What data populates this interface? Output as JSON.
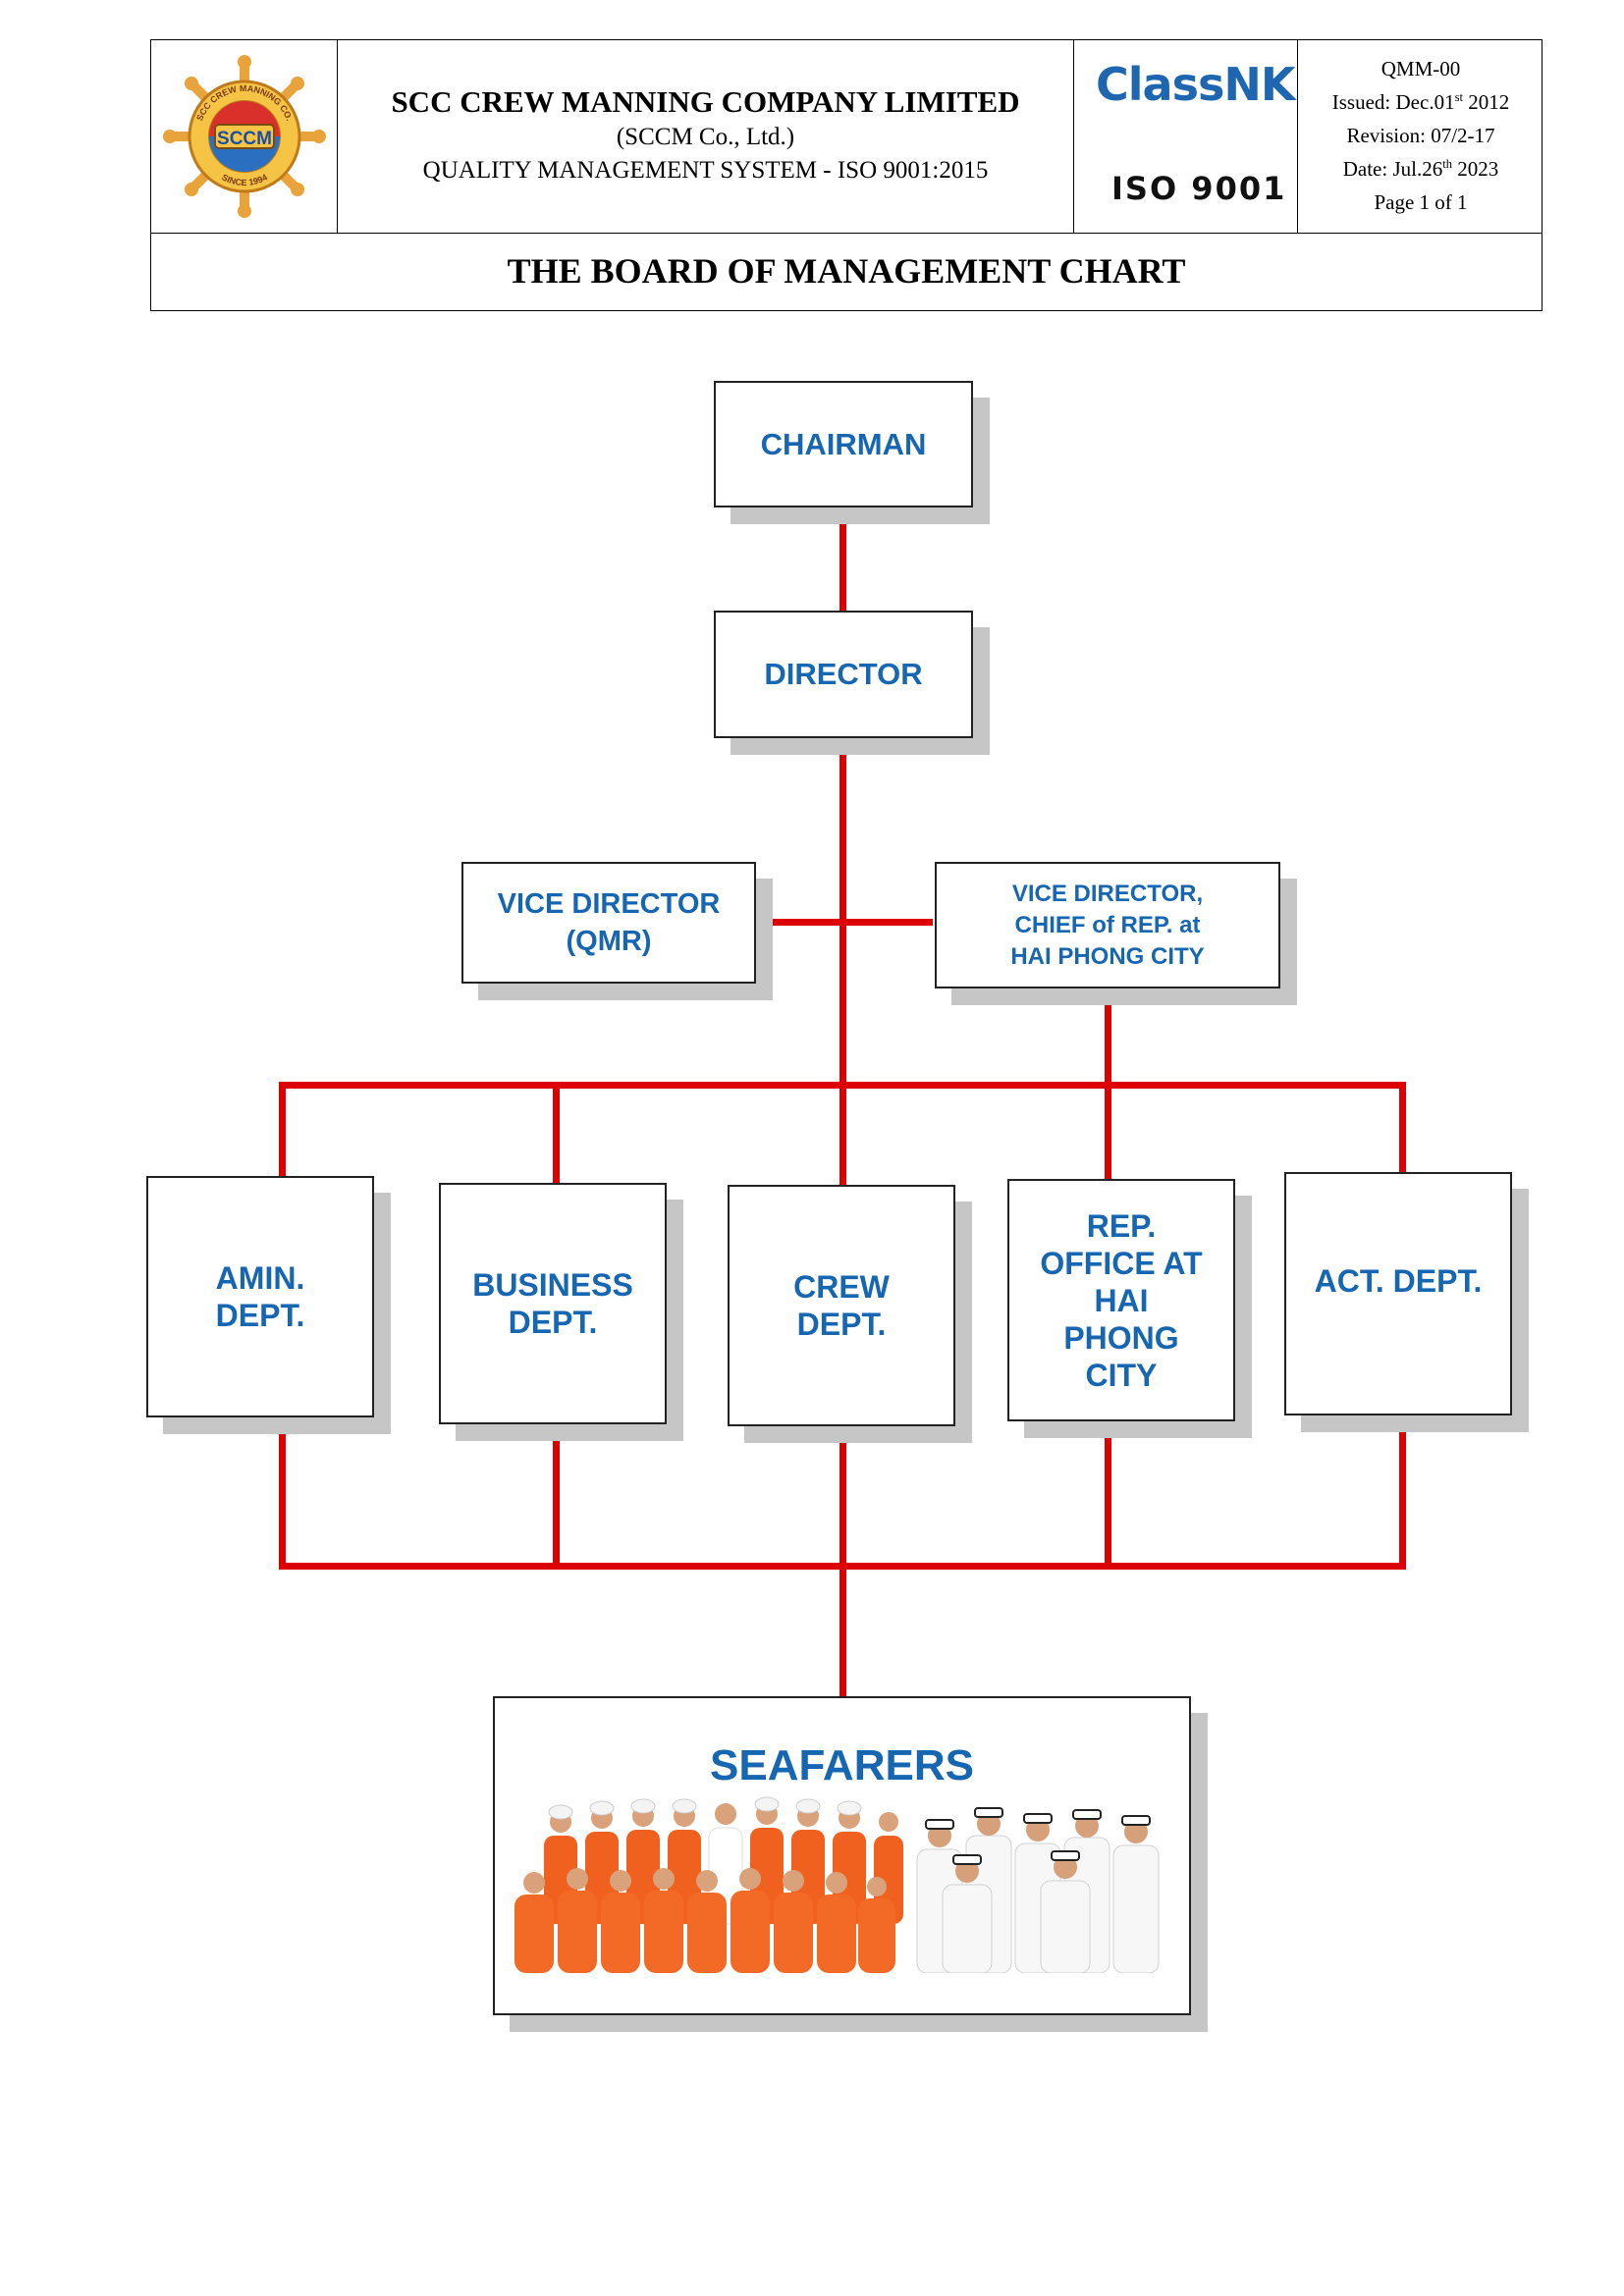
{
  "header": {
    "company_name": "SCC CREW MANNING COMPANY LIMITED",
    "company_abbr": "(SCCM Co., Ltd.)",
    "qms": "QUALITY MANAGEMENT SYSTEM - ISO 9001:2015",
    "logo": {
      "ring_text_top": "SCC CREW MANNING CO.",
      "ring_text_bottom": "SINCE 1994",
      "center_text": "SCCM"
    },
    "cert_brand": "ClassNK",
    "cert_standard": "ISO 9001",
    "doc_code": "QMM-00",
    "issued_prefix": "Issued: Dec.01",
    "issued_sup": "st",
    "issued_suffix": " 2012",
    "revision": "Revision: 07/2-17",
    "date_prefix": "Date: Jul.26",
    "date_sup": "th",
    "date_suffix": " 2023",
    "page": "Page 1 of 1",
    "chart_title": "THE BOARD OF MANAGEMENT CHART"
  },
  "org": {
    "chairman": "CHAIRMAN",
    "director": "DIRECTOR",
    "vice_qmr": [
      "VICE DIRECTOR",
      "(QMR)"
    ],
    "vice_hp": [
      "VICE DIRECTOR,",
      "CHIEF of REP. at",
      "HAI PHONG CITY"
    ],
    "departments": [
      [
        "AMIN.",
        "DEPT."
      ],
      [
        "BUSINESS",
        "DEPT."
      ],
      [
        "CREW",
        "DEPT."
      ],
      [
        "REP.",
        "OFFICE AT",
        "HAI",
        "PHONG",
        "CITY"
      ],
      [
        "ACT. DEPT."
      ]
    ],
    "seafarers": "SEAFARERS"
  },
  "colors": {
    "line": "#dd0000",
    "box_text": "#1766b2",
    "shadow": "#c6c6c6",
    "classnk": "#1f66b1"
  }
}
